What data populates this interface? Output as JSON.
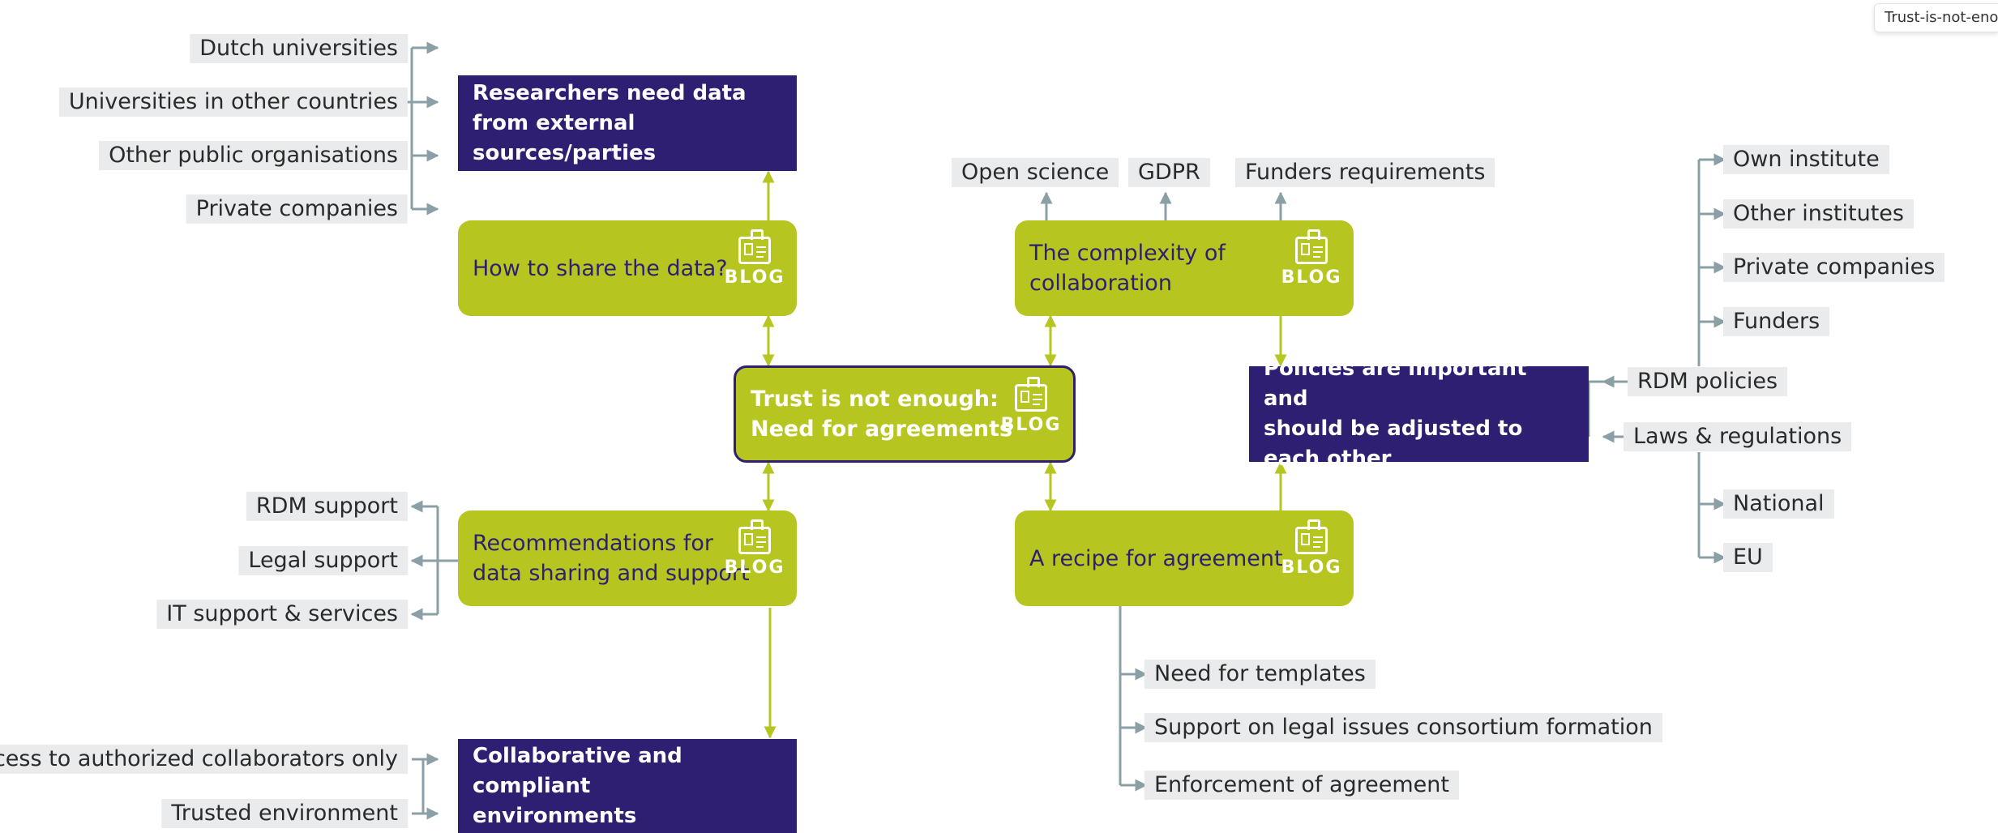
{
  "chip": "Trust-is-not-eno",
  "blog_label": "BLOG",
  "central": "Trust is not enough:\nNeed for agreements",
  "share": "How to share the data?",
  "researchers": "Researchers need data\nfrom external sources/parties",
  "sources": [
    "Dutch universities",
    "Universities in other countries",
    "Other public organisations",
    "Private companies"
  ],
  "recommendations": "Recommendations for\ndata sharing and support",
  "support": [
    "RDM support",
    "Legal support",
    "IT support & services"
  ],
  "collab_env": "Collaborative and compliant\nenvironments",
  "env_items": [
    "Access to authorized collaborators only",
    "Trusted environment"
  ],
  "complexity": "The complexity of\ncollaboration",
  "complexity_items": [
    "Open science",
    "GDPR",
    "Funders requirements"
  ],
  "policies": "Policies are important and\nshould be adjusted to each other",
  "rdm_policies": "RDM policies",
  "laws": "Laws & regulations",
  "rdm_items": [
    "Own institute",
    "Other institutes",
    "Private companies",
    "Funders"
  ],
  "law_items": [
    "National",
    "EU"
  ],
  "recipe": "A recipe for agreement",
  "recipe_items": [
    "Need for templates",
    "Support on legal issues consortium formation",
    "Enforcement of agreement"
  ],
  "colors": {
    "navy": "#2e1f73",
    "lime": "#b6c51f",
    "connector": "#8aa0a6",
    "tag_bg": "#e9ebec"
  }
}
